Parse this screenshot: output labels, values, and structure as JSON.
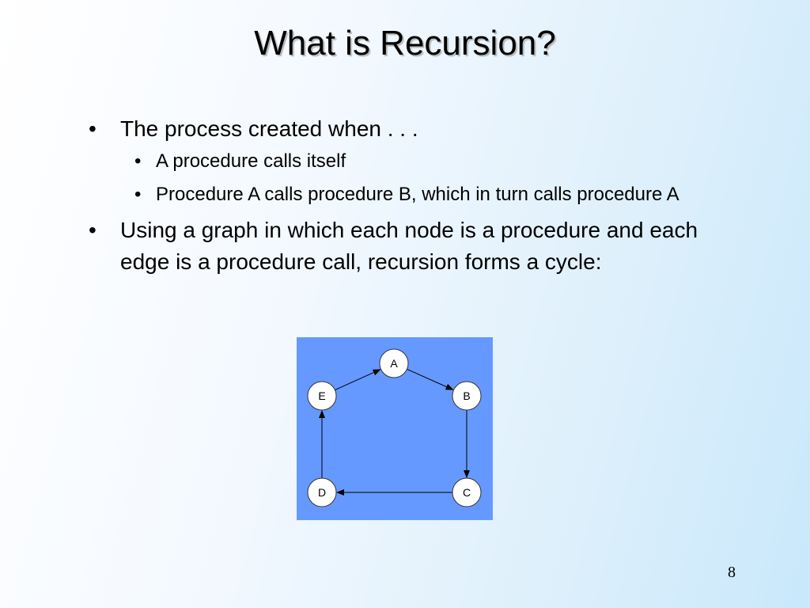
{
  "slide": {
    "title": "What is Recursion?",
    "page_number": "8"
  },
  "bullets": [
    {
      "marker": "•",
      "text": "The process created when . . .",
      "sub": [
        {
          "marker": "•",
          "text": "A procedure calls itself"
        },
        {
          "marker": "•",
          "text": "Procedure A calls procedure B, which in turn calls procedure A"
        }
      ]
    },
    {
      "marker": "•",
      "text": "Using a graph in which each node is a procedure and each edge is a procedure call, recursion forms a cycle:"
    }
  ],
  "diagram": {
    "background": "#6699ff",
    "node_fill": "#ffffff",
    "edge_color": "#000000",
    "nodes": [
      {
        "id": "A",
        "label": "A"
      },
      {
        "id": "B",
        "label": "B"
      },
      {
        "id": "C",
        "label": "C"
      },
      {
        "id": "D",
        "label": "D"
      },
      {
        "id": "E",
        "label": "E"
      }
    ],
    "edges": [
      {
        "from": "A",
        "to": "B"
      },
      {
        "from": "B",
        "to": "C"
      },
      {
        "from": "C",
        "to": "D"
      },
      {
        "from": "D",
        "to": "E"
      },
      {
        "from": "E",
        "to": "A"
      }
    ]
  }
}
